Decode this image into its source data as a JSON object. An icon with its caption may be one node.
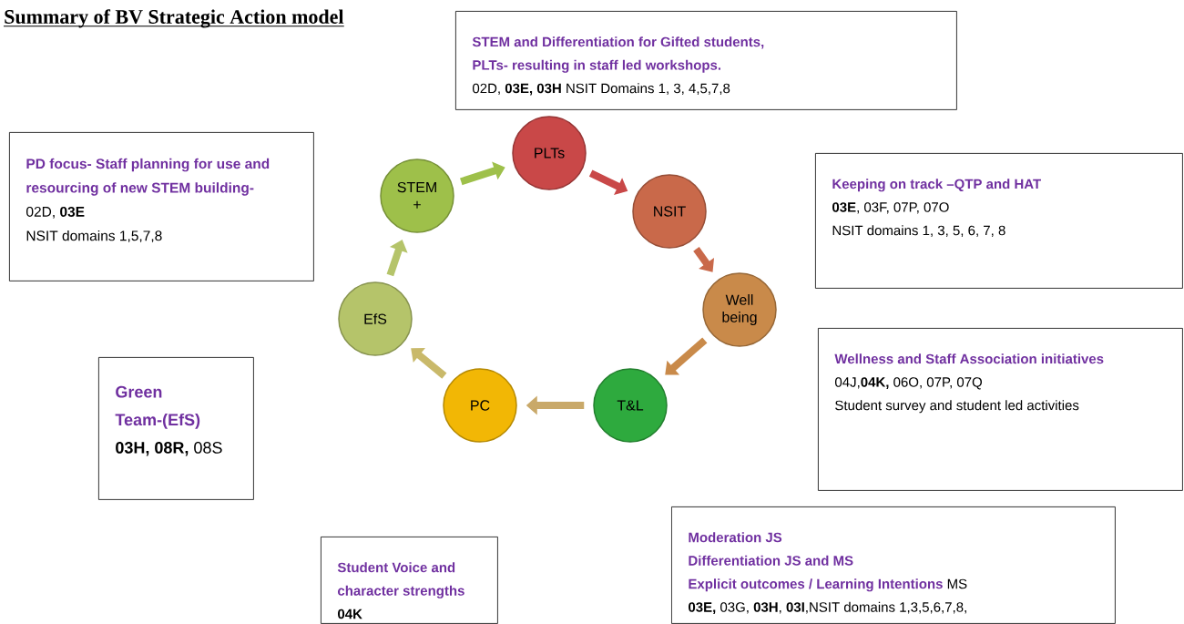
{
  "diagram": {
    "title": "Summary of BV Strategic Action model",
    "nodes": [
      {
        "text": [
          "STEM and Differentiation for Gifted students,",
          "PLTs- resulting in staff led workshops.",
          "02D, **03E, 03H** NSIT Domains 1, 3, 4,5,7,8"
        ]
      },
      {
        "text": [
          "PD focus- Staff planning for use and resourcing of new STEM building-",
          "02D, **03E**",
          "NSIT domains 1,5,7,8"
        ]
      },
      {
        "text": [
          "PLTs"
        ]
      },
      {
        "text": [
          "Keeping on track –QTP and HAT",
          "**03E**, 03F, 07P, 07O",
          "NSIT domains 1, 3, 5, 6, 7, 8"
        ]
      },
      {
        "text": [
          "STEM +"
        ]
      },
      {
        "text": [
          "NSIT"
        ]
      },
      {
        "text": [
          "Well being"
        ]
      },
      {
        "text": [
          "EfS"
        ]
      },
      {
        "text": [
          "Wellness and Staff Association initiatives",
          "04J,**04K,** 06O, 07P, 07Q",
          "Student survey and student led activities"
        ]
      },
      {
        "text": [
          "Green Team-(EfS)",
          "**03H, 08R,** 08S"
        ]
      },
      {
        "text": [
          "PC"
        ]
      },
      {
        "text": [
          "T&L"
        ]
      },
      {
        "text": [
          "Student Voice and character strengths",
          "**04K**"
        ]
      },
      {
        "text": [
          "Moderation JS",
          "Differentiation JS and MS",
          "Explicit outcomes / Learning Intentions",
          "MS",
          "**03E,** 03G, **03H**, **03I**,NSIT domains 1,3,5,6,7,8,"
        ]
      }
    ],
    "edges": [
      {
        "from": 4,
        "to": 2,
        "arrow": "to",
        "color": "#9ec04a"
      },
      {
        "from": 2,
        "to": 5,
        "arrow": "to",
        "color": "#c94848"
      },
      {
        "from": 5,
        "to": 6,
        "arrow": "to",
        "color": "#c9694a"
      },
      {
        "from": 6,
        "to": 11,
        "arrow": "to",
        "color": "#c98a4a"
      },
      {
        "from": 11,
        "to": 10,
        "arrow": "to",
        "color": "#c9a96a"
      },
      {
        "from": 10,
        "to": 7,
        "arrow": "to",
        "color": "#c9b96a"
      },
      {
        "from": 7,
        "to": 4,
        "arrow": "to",
        "color": "#b5c46a"
      }
    ]
  }
}
